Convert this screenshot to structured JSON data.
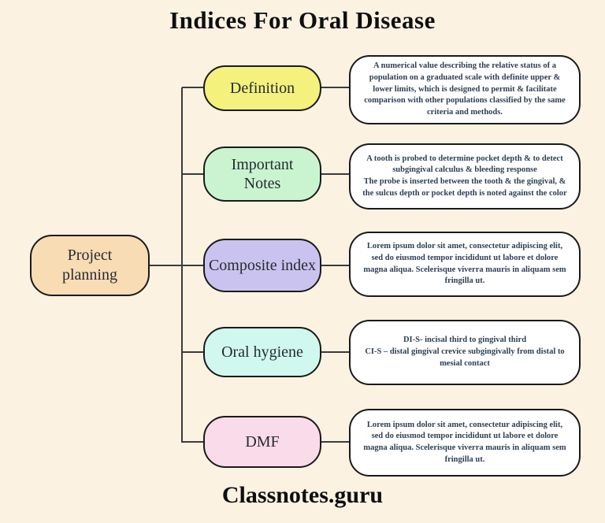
{
  "title": "Indices For Oral Disease",
  "footer": "Classnotes.guru",
  "colors": {
    "background": "#fbf2e2",
    "connector_line": "#3b3b3b",
    "node_border": "#1a1a1a",
    "description_background": "#ffffff",
    "description_text": "#2e3f54"
  },
  "root": {
    "label": "Project planning",
    "color": "#f8dcb4"
  },
  "branches": [
    {
      "label": "Definition",
      "color": "#f4f17c",
      "description": "A numerical value describing the relative status of a population on a graduated scale with definite upper & lower limits, which is designed to permit & facilitate comparison with other populations classified by the same criteria and methods."
    },
    {
      "label": "Important\nNotes",
      "color": "#c9f4cf",
      "description": "A tooth is probed to determine pocket depth & to detect subgingival calculus & bleeding response\nThe probe is inserted between the tooth & the gingival, & the sulcus depth or pocket depth is noted against the color"
    },
    {
      "label": "Composite index",
      "color": "#cbc3ef",
      "description": "Lorem ipsum dolor sit amet, consectetur adipiscing elit, sed do eiusmod tempor incididunt ut labore et dolore magna aliqua. Scelerisque viverra mauris in aliquam sem fringilla ut."
    },
    {
      "label": "Oral hygiene",
      "color": "#d0f8ef",
      "description": "DI-S- incisal third to gingival third\nCI-S – distal gingival crevice subgingivally from distal to mesial contact"
    },
    {
      "label": "DMF",
      "color": "#fadbe9",
      "description": "Lorem ipsum dolor sit amet, consectetur adipiscing elit, sed do eiusmod tempor incididunt ut labore et dolore magna aliqua. Scelerisque viverra mauris in aliquam sem fringilla ut."
    }
  ]
}
